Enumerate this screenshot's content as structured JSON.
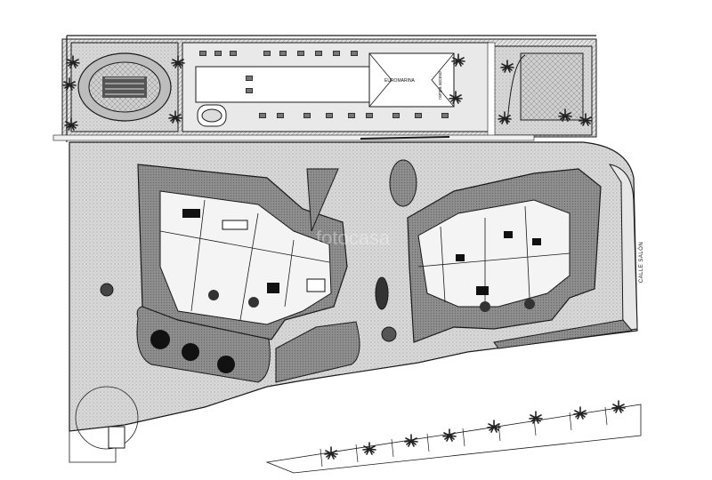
{
  "labels": {
    "supermarket": "EUROMARINA",
    "supermarket_access": "rampa acceso",
    "street": "CALLE SALÓN",
    "watermark": "fotocasa"
  },
  "colors": {
    "background": "#ffffff",
    "paving": "#d4d4d4",
    "dark_hatch": "#8c8c8c",
    "garden": "#a9a9a9",
    "building_interior": "#f4f4f4",
    "line": "#1a1a1a",
    "palm": "#222222"
  },
  "icons": [
    "palm-tree-icon",
    "parking-space-icon",
    "roundabout-icon",
    "pergola-icon"
  ]
}
